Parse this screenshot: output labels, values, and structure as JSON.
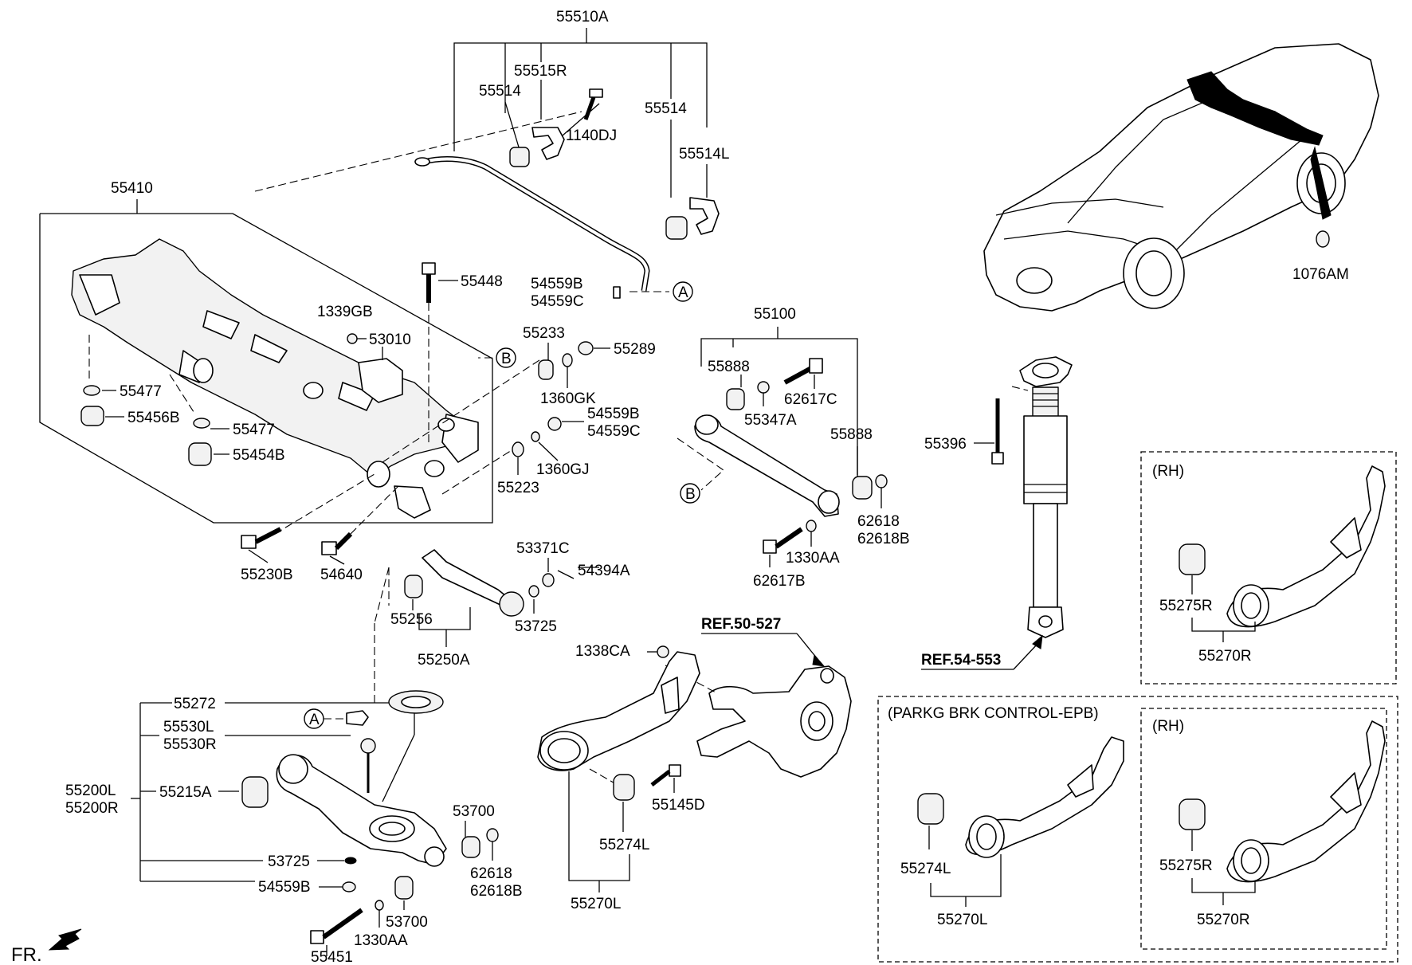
{
  "labels": {
    "l55510A": "55510A",
    "l55515R": "55515R",
    "l55514a": "55514",
    "l1140DJ": "1140DJ",
    "l55514b": "55514",
    "l55514L": "55514L",
    "l55410": "55410",
    "l55448": "55448",
    "l54559B_top": "54559B",
    "l54559C_top": "54559C",
    "l1339GB": "1339GB",
    "l53010": "53010",
    "l55233": "55233",
    "l55289": "55289",
    "l1360GK": "1360GK",
    "l55477a": "55477",
    "l55456B": "55456B",
    "l55477b": "55477",
    "l55454B": "55454B",
    "l54559B_mid": "54559B",
    "l54559C_mid": "54559C",
    "l1360GJ": "1360GJ",
    "l55223": "55223",
    "l55230B": "55230B",
    "l54640": "54640",
    "l53371C": "53371C",
    "l54394A": "54394A",
    "l55256": "55256",
    "l53725_mid": "53725",
    "l55250A": "55250A",
    "l55100": "55100",
    "l55888a": "55888",
    "l62617C": "62617C",
    "l55347A": "55347A",
    "l55888b": "55888",
    "l62618_r": "62618",
    "l62618B_r": "62618B",
    "l1330AA_r": "1330AA",
    "l62617B": "62617B",
    "lREF50": "REF.50-527",
    "l1338CA": "1338CA",
    "l55145D": "55145D",
    "l55274L": "55274L",
    "l55270L": "55270L",
    "l55272": "55272",
    "l55530L": "55530L",
    "l55530R": "55530R",
    "l55200L": "55200L",
    "l55200R": "55200R",
    "l55215A": "55215A",
    "l53725_low": "53725",
    "l54559B_low": "54559B",
    "l53700a": "53700",
    "l62618_low": "62618",
    "l62618B_low": "62618B",
    "l53700b": "53700",
    "l1330AA_low": "1330AA",
    "l55451": "55451",
    "lFR": "FR.",
    "l55396": "55396",
    "lREF54": "REF.54-553",
    "l1076AM": "1076AM",
    "lRH1": "(RH)",
    "l55275R_a": "55275R",
    "l55270R_a": "55270R",
    "lEPB": "(PARKG BRK CONTROL-EPB)",
    "lRH2": "(RH)",
    "l55274L_b": "55274L",
    "l55270L_b": "55270L",
    "l55275R_b": "55275R",
    "l55270R_b": "55270R",
    "markerA1": "A",
    "markerA2": "A",
    "markerB1": "B",
    "markerB2": "B"
  }
}
